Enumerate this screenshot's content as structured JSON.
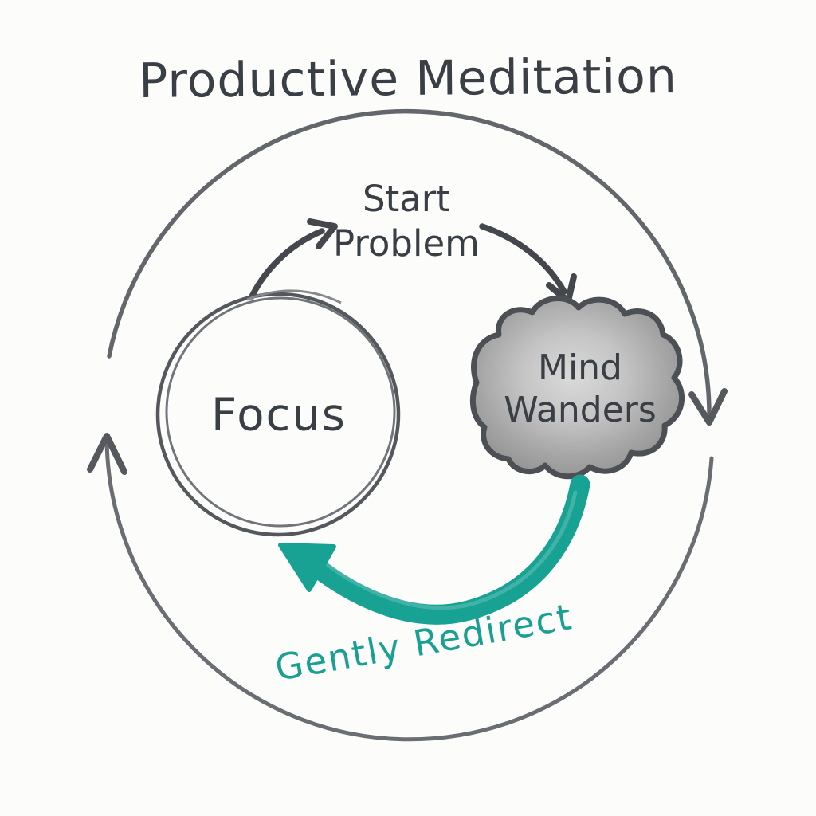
{
  "title": "Productive Meditation",
  "colors": {
    "ink": "#3a3f45",
    "sketch_gray": "#63676b",
    "cloud_stroke": "#4c5055",
    "cloud_fill_center": "#d9d9d9",
    "cloud_fill_edge": "#909090",
    "teal_accent": "#18a294",
    "background": "#fcfcfb"
  },
  "diagram": {
    "type": "cycle",
    "title": "Productive Meditation",
    "nodes": [
      {
        "id": "start-problem",
        "label": "Start Problem",
        "lines": [
          "Start",
          "Problem"
        ],
        "shape": "plain-text",
        "position": "top-center"
      },
      {
        "id": "mind-wanders",
        "label": "Mind Wanders",
        "lines": [
          "Mind",
          "Wanders"
        ],
        "shape": "cloud",
        "position": "middle-right"
      },
      {
        "id": "focus",
        "label": "Focus",
        "lines": [
          "Focus"
        ],
        "shape": "circle",
        "position": "middle-left"
      }
    ],
    "edges": [
      {
        "from": "focus",
        "to": "start-problem",
        "label": "",
        "style": "sketched-gray-arrow"
      },
      {
        "from": "start-problem",
        "to": "mind-wanders",
        "label": "",
        "style": "sketched-gray-arrow"
      },
      {
        "from": "mind-wanders",
        "to": "focus",
        "label": "Gently Redirect",
        "style": "painted-teal-arrow"
      }
    ],
    "outer_ring": {
      "description": "large clockwise cycle circle",
      "arrowheads": [
        "left-side-pointing-up",
        "right-side-pointing-down"
      ]
    }
  }
}
